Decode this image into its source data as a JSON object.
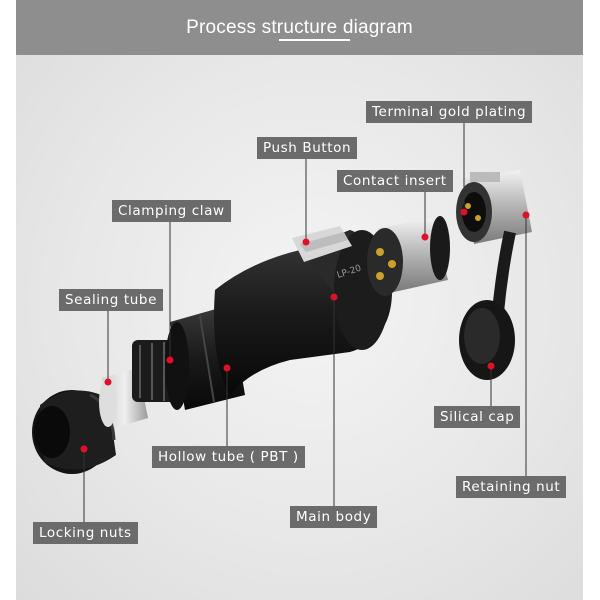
{
  "header": {
    "title_plain_1": "Process ",
    "title_underlined": "structure",
    "title_plain_2": " diagram"
  },
  "labels": {
    "terminal_gold_plating": "Terminal gold plating",
    "push_button": "Push Button",
    "contact_insert": "Contact insert",
    "clamping_claw": "Clamping claw",
    "sealing_tube": "Sealing tube",
    "hollow_tube": "Hollow tube ( PBT )",
    "silical_cap": "Silical cap",
    "retaining_nut": "Retaining nut",
    "main_body": "Main body",
    "locking_nuts": "Locking nuts"
  },
  "product_marking": "LP-20",
  "colors": {
    "header": "#8e8e8e",
    "label_bg": "#6b6b6b",
    "marker": "#e0102a",
    "leader": "#333333"
  }
}
